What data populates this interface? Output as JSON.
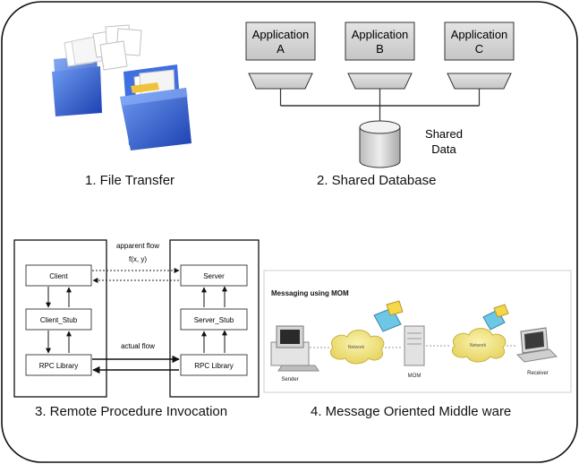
{
  "captions": {
    "file_transfer": "1. File Transfer",
    "shared_database": "2. Shared Database",
    "rpc": "3. Remote Procedure Invocation",
    "mom": "4. Message Oriented Middle ware"
  },
  "shared_db": {
    "apps": [
      {
        "line1": "Application",
        "line2": "A"
      },
      {
        "line1": "Application",
        "line2": "B"
      },
      {
        "line1": "Application",
        "line2": "C"
      }
    ],
    "db_label_1": "Shared",
    "db_label_2": "Data"
  },
  "rpc": {
    "client": "Client",
    "client_stub": "Client_Stub",
    "client_lib": "RPC Library",
    "server": "Server",
    "server_stub": "Server_Stub",
    "server_lib": "RPC Library",
    "apparent_flow": "apparent flow",
    "func": "f(x, y)",
    "actual_flow": "actual flow"
  },
  "mom": {
    "title": "Messaging using MOM",
    "network_1": "Network",
    "network_2": "Network",
    "sender": "Sender",
    "mom_label": "MOM",
    "receiver": "Receiver"
  },
  "colors": {
    "app_box_fill": "#d4d4d4",
    "folder_blue": "#2f5fd0",
    "cloud_fill": "#f0e27a"
  }
}
